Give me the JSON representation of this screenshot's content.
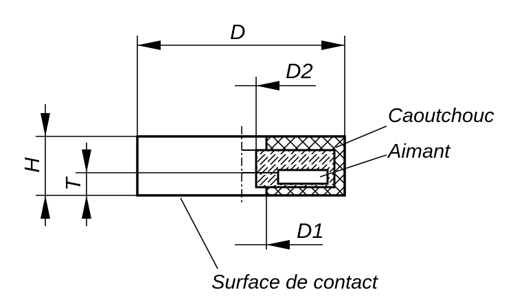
{
  "colors": {
    "line": "#000000",
    "background": "#ffffff"
  },
  "dimensions": {
    "d": "D",
    "d2": "D2",
    "d1": "D1",
    "h": "H",
    "t": "T"
  },
  "callouts": {
    "rubber": "Caoutchouc",
    "magnet": "Aimant",
    "contact_surface": "Surface de contact"
  }
}
